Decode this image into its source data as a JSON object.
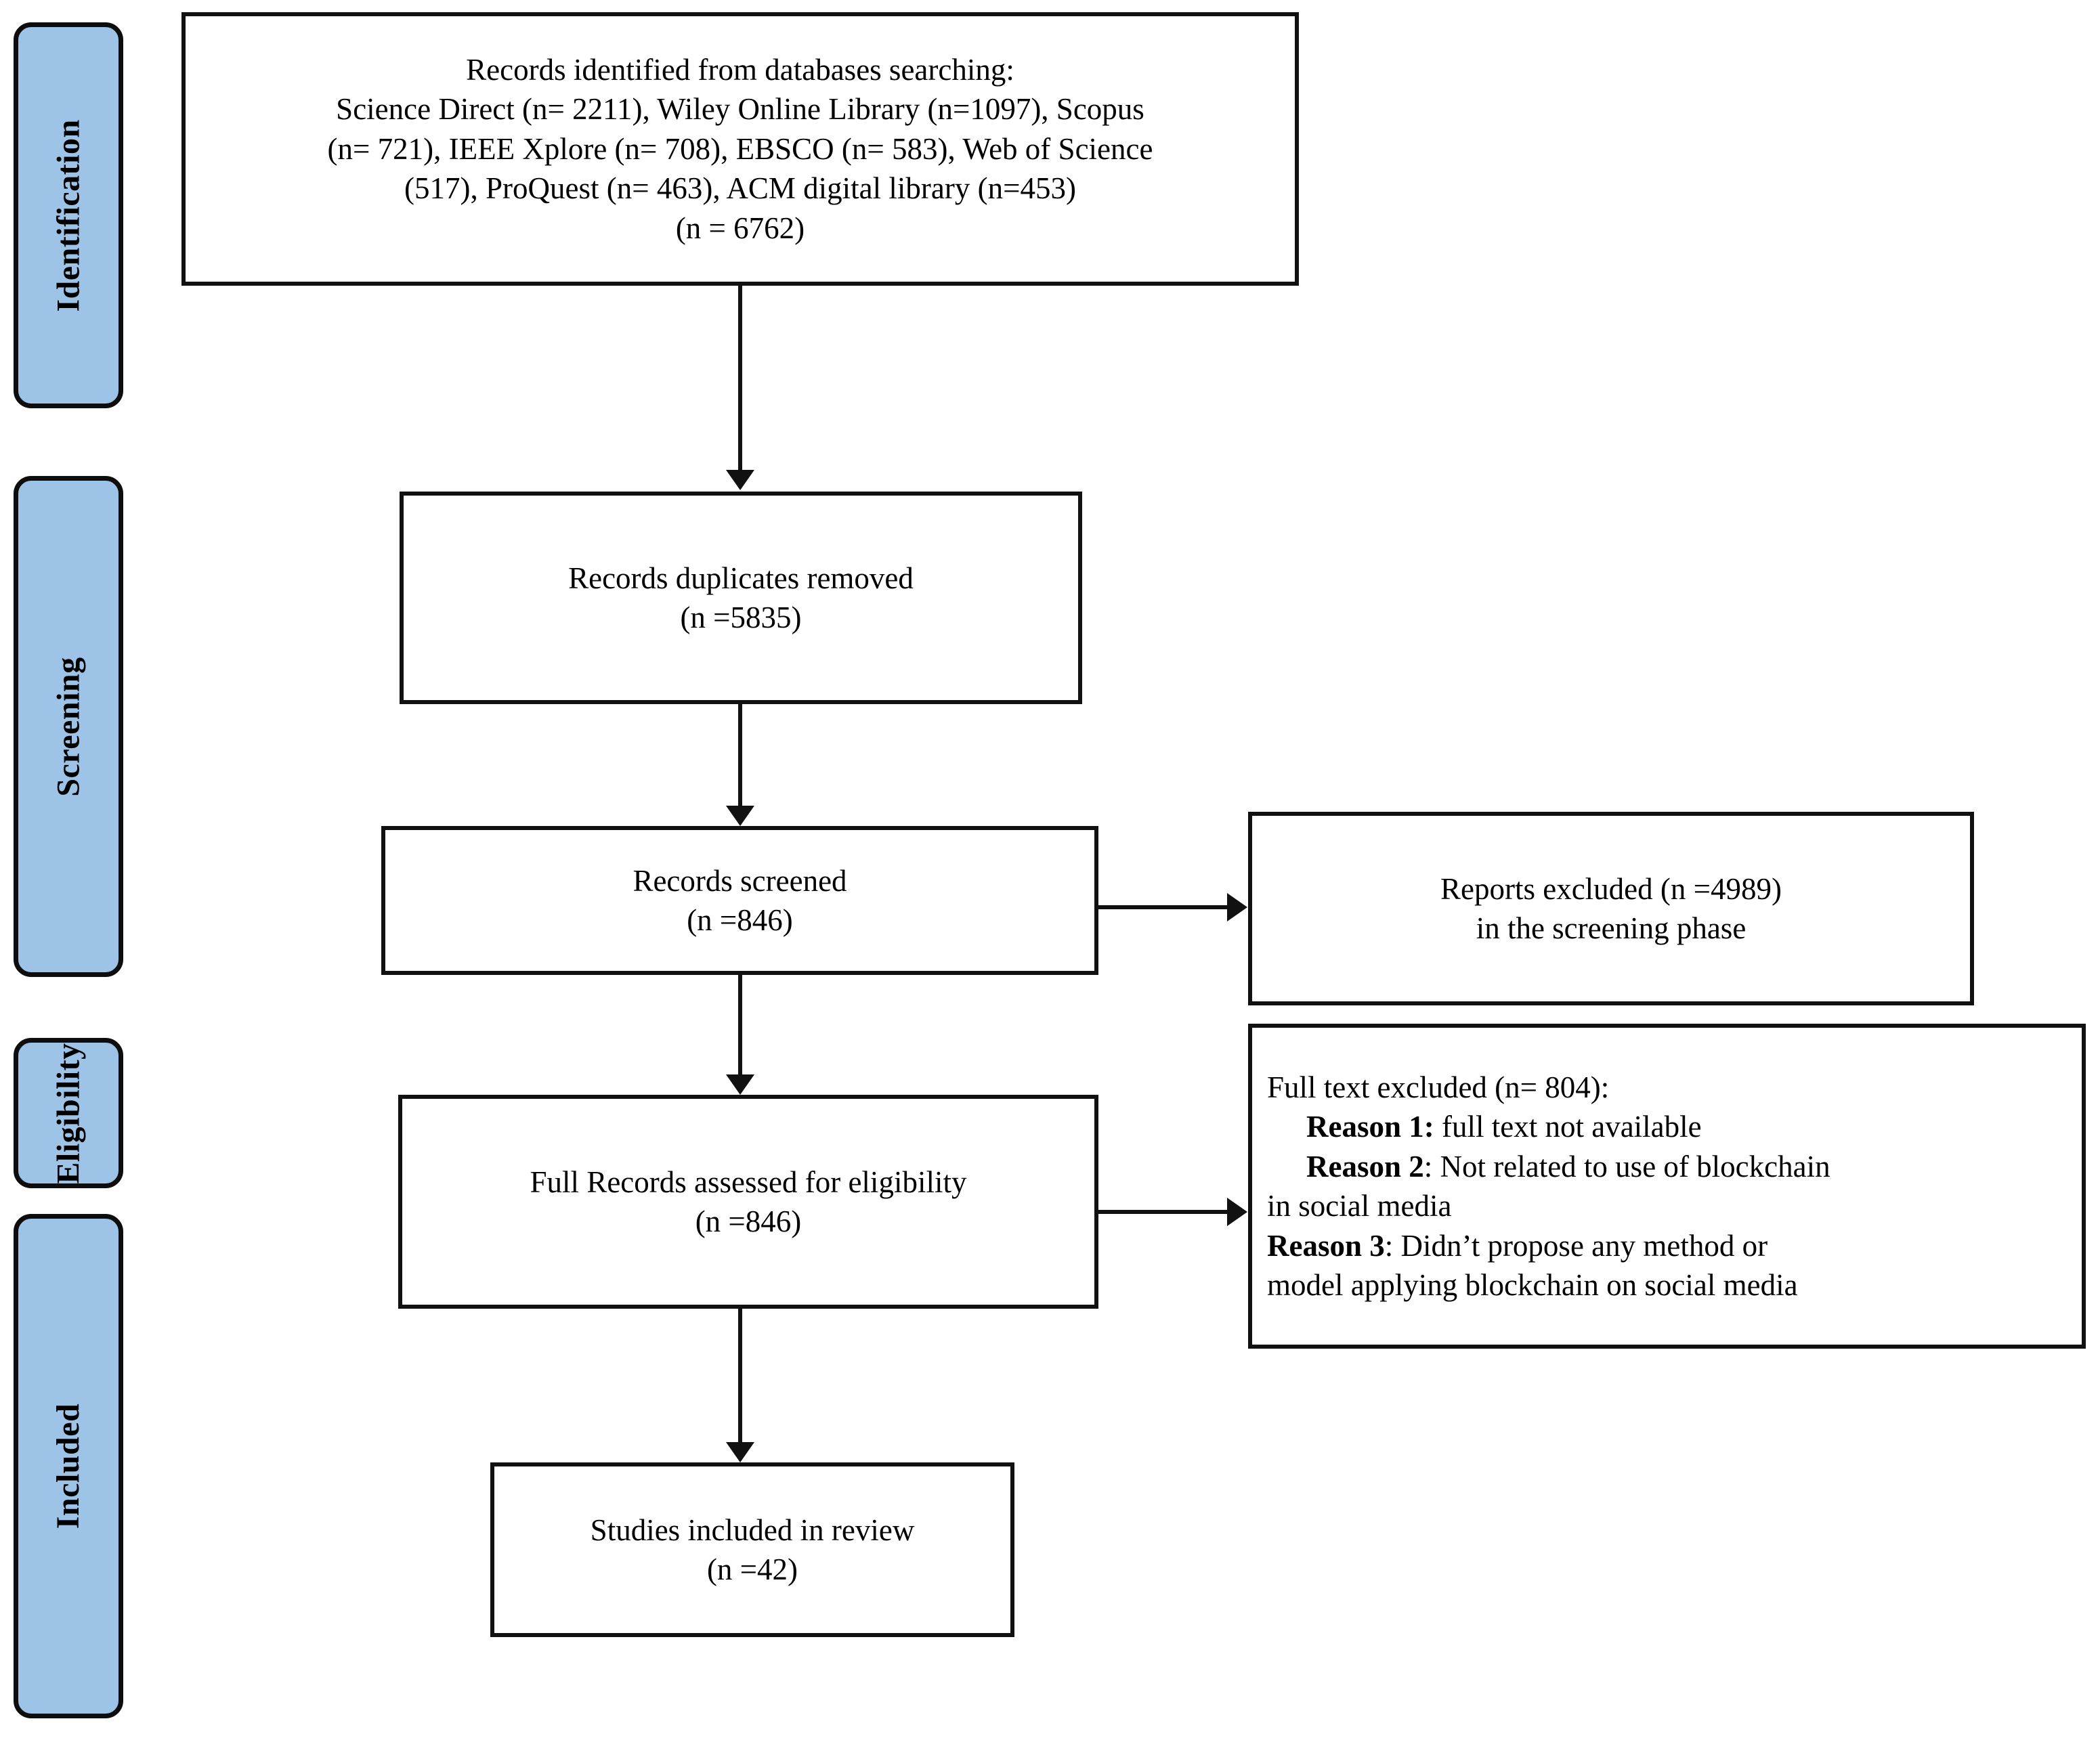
{
  "diagram": {
    "title": "PRISMA study selection flow diagram",
    "accent_color": "#9DC3E6",
    "border_color": "#111111",
    "background_color": "#FFFFFF"
  },
  "phases": [
    {
      "id": "identification",
      "label": "Identification"
    },
    {
      "id": "screening",
      "label": "Screening"
    },
    {
      "id": "eligibility",
      "label": "Eligibility"
    },
    {
      "id": "included",
      "label": "Included"
    }
  ],
  "boxes": {
    "identified": {
      "line1": "Records identified from databases searching:",
      "line2": "Science Direct (n= 2211), Wiley Online Library (n=1097), Scopus",
      "line3": "(n= 721), IEEE Xplore (n= 708), EBSCO (n= 583), Web of Science",
      "line4": "(517), ProQuest (n= 463), ACM digital library (n=453)",
      "line5": "(n = 6762)"
    },
    "duplicates_removed": {
      "line1": "Records duplicates removed",
      "line2": "(n =5835)"
    },
    "records_screened": {
      "line1": "Records screened",
      "line2": "(n =846)"
    },
    "reports_excluded": {
      "line1": "Reports excluded (n =4989)",
      "line2": "in the screening phase"
    },
    "full_records_assessed": {
      "line1": "Full Records assessed for eligibility",
      "line2": "(n =846)"
    },
    "full_text_excluded": {
      "heading": "Full text excluded (n= 804):",
      "reason1_label": "Reason 1:",
      "reason1_text": " full text not available",
      "reason2_label": "Reason 2",
      "reason2_text": ":    Not related to use of blockchain",
      "reason2_cont": "in social media",
      "reason3_label": "Reason 3",
      "reason3_text": ": Didn’t propose any method or",
      "reason3_cont": "model applying blockchain on social media"
    },
    "studies_included": {
      "line1": "Studies included in review",
      "line2": "(n =42)"
    }
  },
  "counts": {
    "science_direct": 2211,
    "wiley_online_library": 1097,
    "scopus": 721,
    "ieee_xplore": 708,
    "ebsco": 583,
    "web_of_science": 517,
    "proquest": 463,
    "acm_digital_library": 453,
    "total_identified": 6762,
    "duplicates_removed": 5835,
    "records_screened": 846,
    "reports_excluded_screening": 4989,
    "full_records_assessed": 846,
    "full_text_excluded": 804,
    "studies_included": 42
  }
}
